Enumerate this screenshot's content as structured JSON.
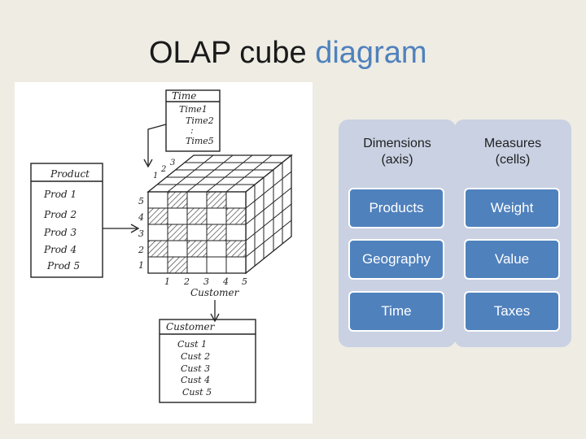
{
  "title": {
    "main": "OLAP cube ",
    "accent": "diagram"
  },
  "sketch": {
    "time_table": {
      "header": "Time",
      "rows": [
        "Time1",
        "Time2",
        ":",
        "Time5"
      ]
    },
    "product_table": {
      "header": "Product",
      "rows": [
        "Prod 1",
        "Prod 2",
        "Prod 3",
        "Prod 4",
        "Prod 5"
      ]
    },
    "customer_table": {
      "header": "Customer",
      "rows": [
        "Cust 1",
        "Cust 2",
        "Cust 3",
        "Cust 4",
        "Cust 5"
      ]
    },
    "axis_customer_label": "Customer",
    "axis_numbers": [
      "1",
      "2",
      "3",
      "4",
      "5"
    ]
  },
  "dimensions": {
    "header_line1": "Dimensions",
    "header_line2": "(axis)",
    "items": [
      "Products",
      "Geography",
      "Time"
    ]
  },
  "measures": {
    "header_line1": "Measures",
    "header_line2": "(cells)",
    "items": [
      "Weight",
      "Value",
      "Taxes"
    ]
  },
  "colors": {
    "accent": "#4f81bd",
    "panel": "#c9d1e3",
    "background": "#eeece3"
  }
}
